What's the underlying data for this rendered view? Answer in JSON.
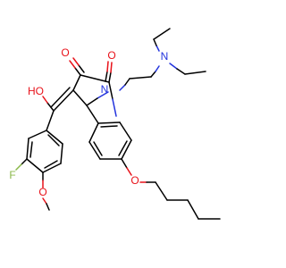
{
  "atoms": {
    "o_ketone": "O",
    "o_carbonyl": "O",
    "n_ring": "N",
    "n_amine": "N",
    "hydroxyl": "HO",
    "fluorine": "F",
    "o_methoxy": "O",
    "o_pentoxy": "O"
  },
  "colors": {
    "bond": "#000000",
    "oxygen": "#e8121a",
    "nitrogen": "#2233dd",
    "fluorine": "#8ab84a"
  }
}
